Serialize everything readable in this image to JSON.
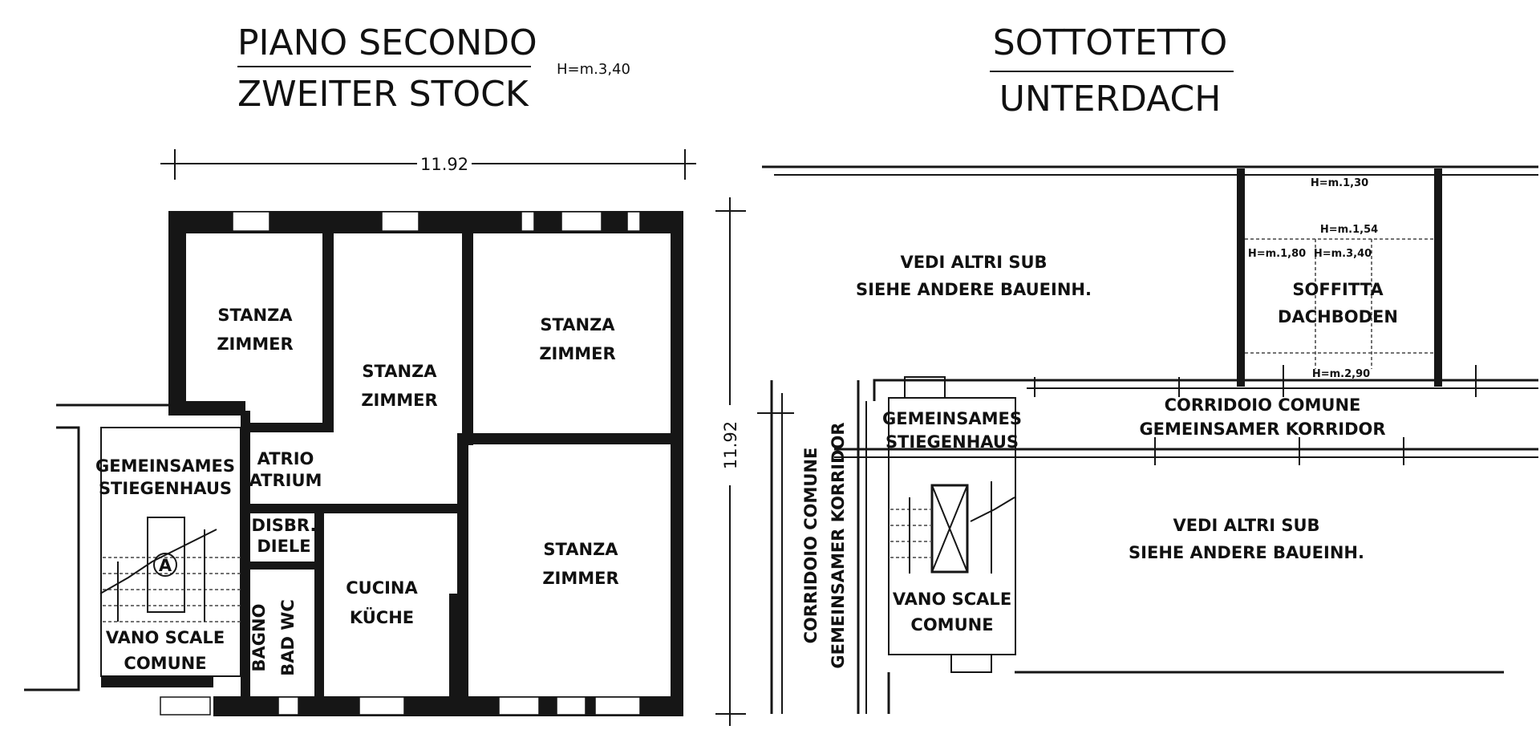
{
  "left_plan": {
    "title_it": "PIANO SECONDO",
    "title_de": "ZWEITER STOCK",
    "height_note": "H=m.3,40",
    "dim_width": "11.92",
    "dim_height": "11.92",
    "rooms": {
      "stanza1": [
        "STANZA",
        "ZIMMER"
      ],
      "stanza2": [
        "STANZA",
        "ZIMMER"
      ],
      "stanza3": [
        "STANZA",
        "ZIMMER"
      ],
      "stanza4": [
        "STANZA",
        "ZIMMER"
      ],
      "stair": [
        "GEMEINSAMES",
        "STIEGENHAUS"
      ],
      "atrio": [
        "ATRIO",
        "ATRIUM"
      ],
      "disbr": [
        "DISBR.",
        "DIELE"
      ],
      "cucina": [
        "CUCINA",
        "KÜCHE"
      ],
      "bagno": [
        "BAGNO",
        "BAD WC"
      ],
      "vano": [
        "VANO SCALE",
        "COMUNE"
      ]
    },
    "marker": "A"
  },
  "right_plan": {
    "title_it": "SOTTOTETTO",
    "title_de": "UNTERDACH",
    "vedi_top": [
      "VEDI ALTRI SUB",
      "SIEHE ANDERE BAUEINH."
    ],
    "vedi_bottom": [
      "VEDI ALTRI SUB",
      "SIEHE ANDERE BAUEINH."
    ],
    "soffitta": [
      "SOFFITTA",
      "DACHBODEN"
    ],
    "heights": [
      "H=m.1,30",
      "H=m.1,54",
      "H=m.1,80",
      "H=m.3,40",
      "H=m.2,90"
    ],
    "corridor_h": [
      "CORRIDOIO COMUNE",
      "GEMEINSAMER KORRIDOR"
    ],
    "corridor_v": [
      "CORRIDOIO COMUNE",
      "GEMEINSAMER KORRIDOR"
    ],
    "stair": [
      "GEMEINSAMES",
      "STIEGENHAUS"
    ],
    "vano": [
      "VANO SCALE",
      "COMUNE"
    ]
  }
}
